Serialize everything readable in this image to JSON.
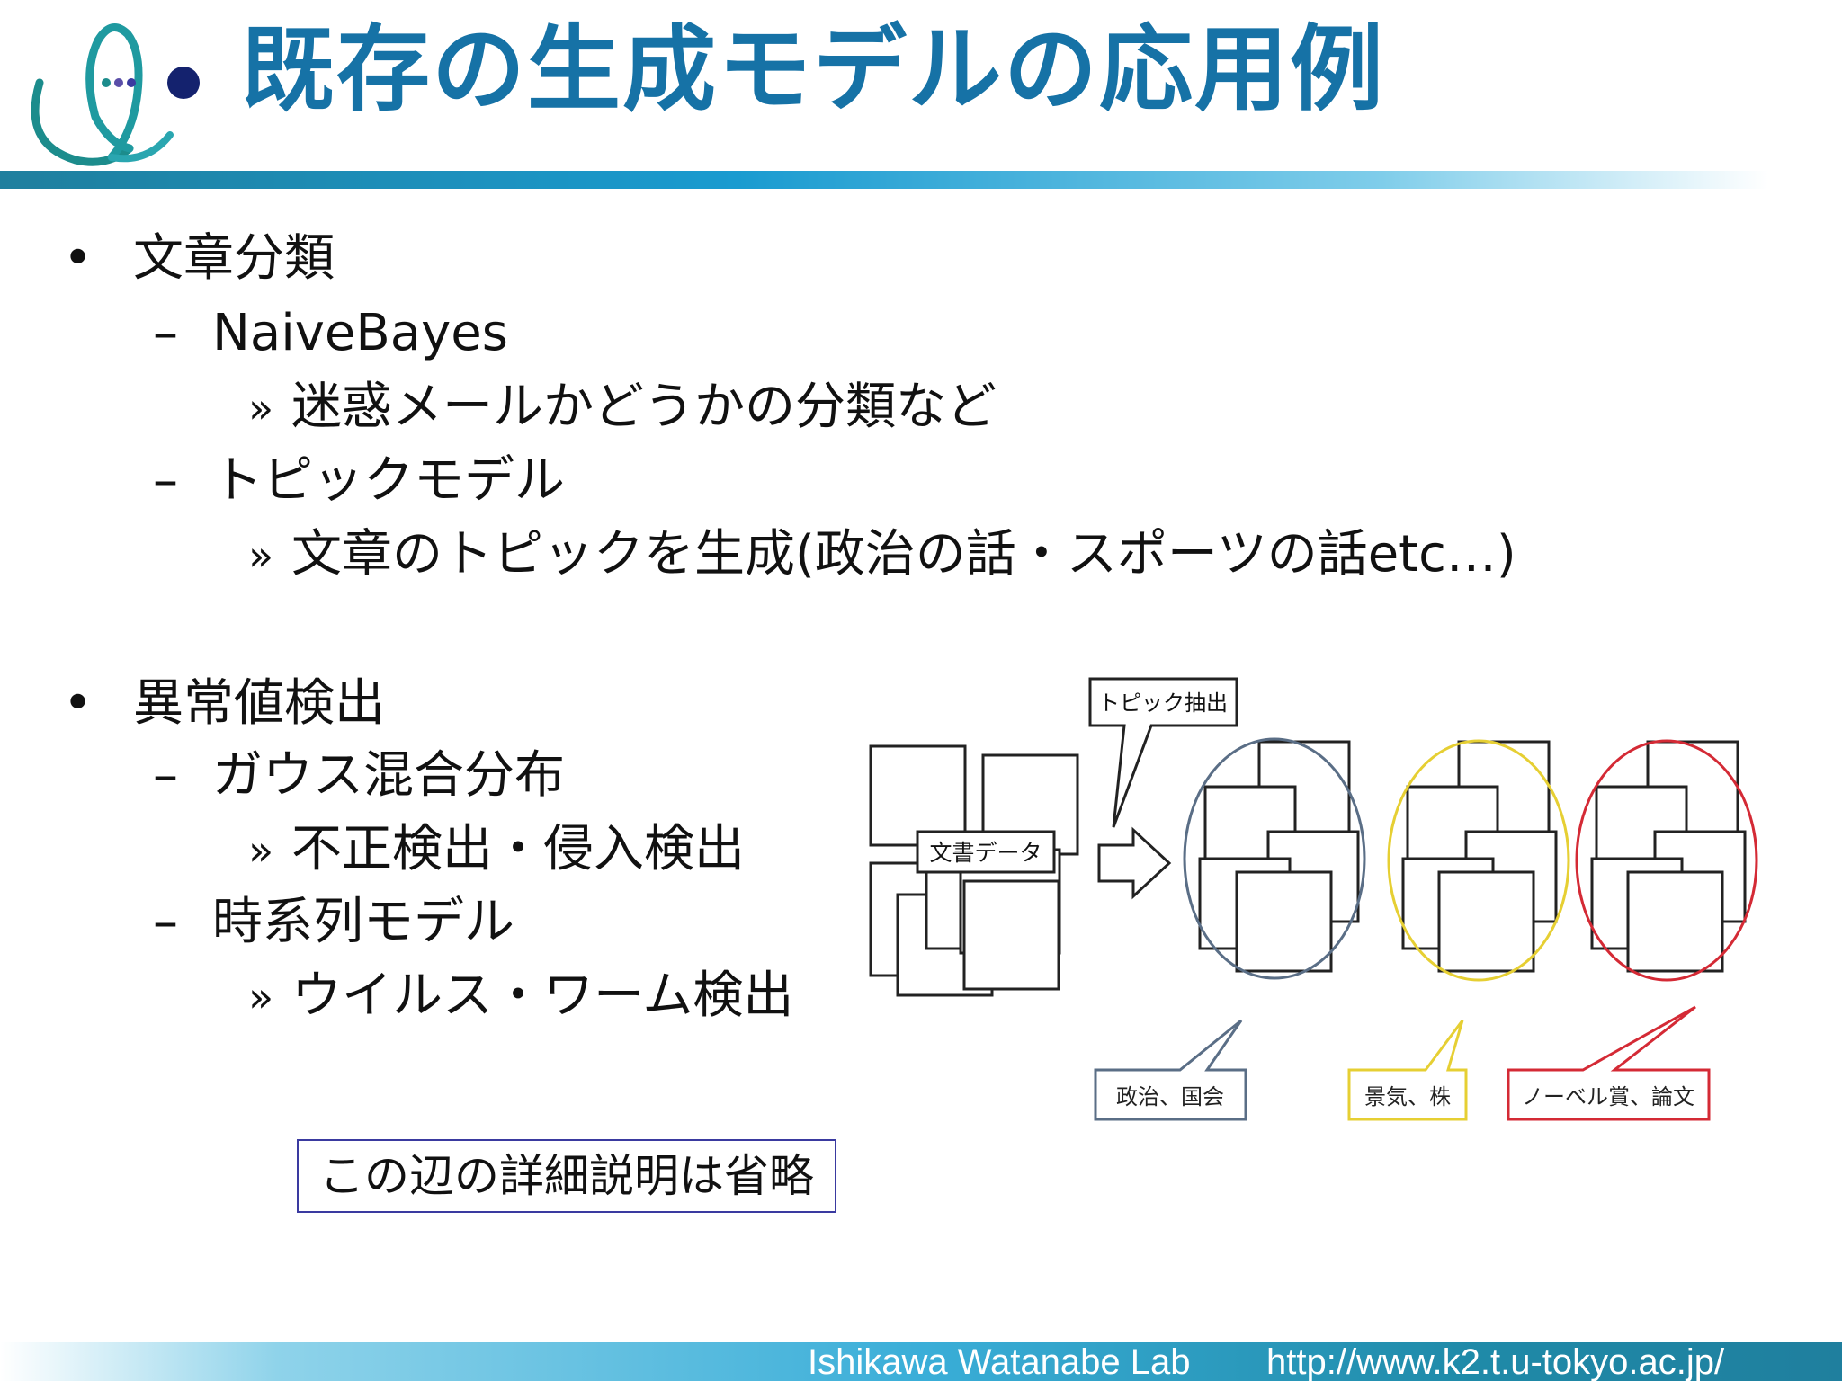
{
  "slide": {
    "title": "既存の生成モデルの応用例",
    "logo_icon": "lab-logo-icon",
    "colors": {
      "title": "#1672a6",
      "accent_rule": "#1a9bd0",
      "note_border": "#3a3aa0",
      "topic_politics": "#5a6e86",
      "topic_economy": "#e6cf33",
      "topic_science": "#d42a35"
    }
  },
  "outline": {
    "section1": {
      "bullet": "•",
      "label": "文章分類",
      "items": [
        {
          "dash": "–",
          "label": "NaiveBayes",
          "sub_mark": "»",
          "sub": "迷惑メールかどうかの分類など"
        },
        {
          "dash": "–",
          "label": "トピックモデル",
          "sub_mark": "»",
          "sub": "文章のトピックを生成(政治の話・スポーツの話etc…)"
        }
      ]
    },
    "section2": {
      "bullet": "•",
      "label": "異常値検出",
      "items": [
        {
          "dash": "–",
          "label": "ガウス混合分布",
          "sub_mark": "»",
          "sub": "不正検出・侵入検出"
        },
        {
          "dash": "–",
          "label": "時系列モデル",
          "sub_mark": "»",
          "sub": "ウイルス・ワーム検出"
        }
      ]
    }
  },
  "note": "この辺の詳細説明は省略",
  "diagram": {
    "input_label": "文書データ",
    "callout_label": "トピック抽出",
    "topics": [
      {
        "label": "政治、国会"
      },
      {
        "label": "景気、株"
      },
      {
        "label": "ノーベル賞、論文"
      }
    ]
  },
  "footer": {
    "lab": "Ishikawa Watanabe Lab",
    "url": "http://www.k2.t.u-tokyo.ac.jp/"
  }
}
